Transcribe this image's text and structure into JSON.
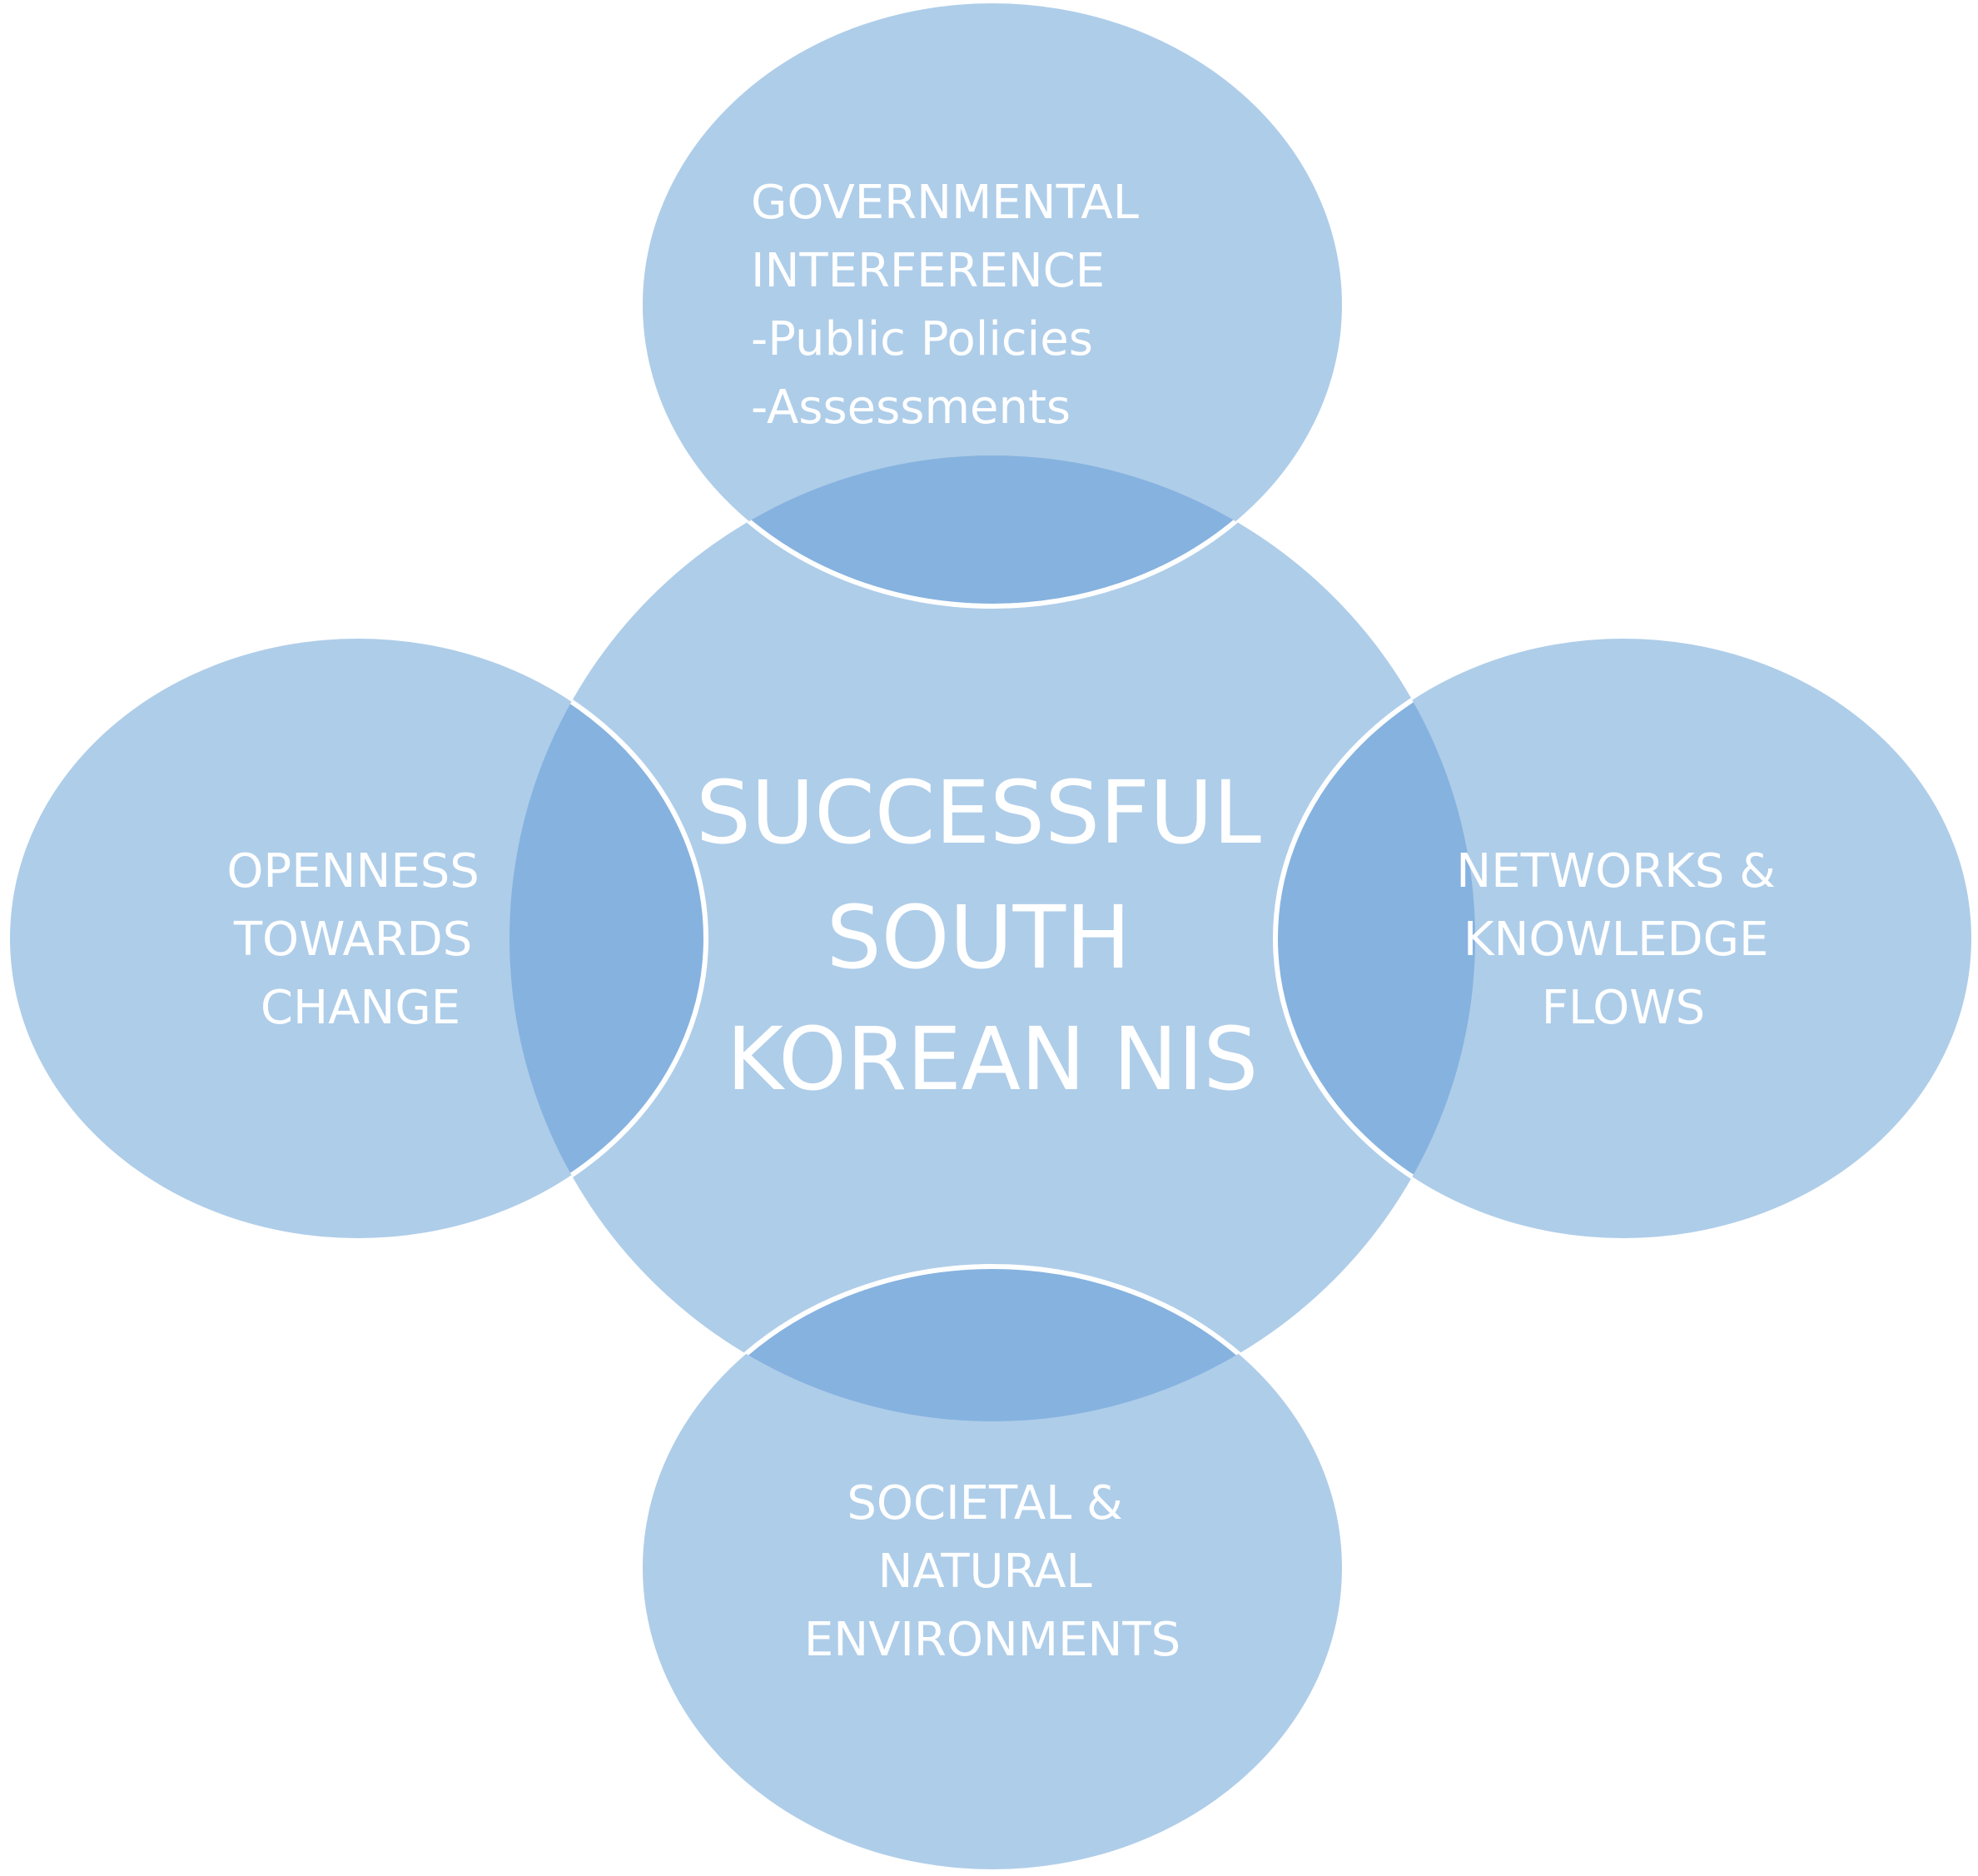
{
  "diagram": {
    "colors": {
      "fill": "#aecde9",
      "overlap": "#86b2df",
      "text": "#ffffff",
      "outline": "#ffffff",
      "background": "#ffffff"
    },
    "center": {
      "lines": [
        "SUCCESSFUL",
        "SOUTH",
        "KOREAN NIS"
      ]
    },
    "top": {
      "lines": [
        "GOVERNMENTAL",
        "INTERFERENCE",
        "-Public Policies",
        "-Assessments"
      ]
    },
    "left": {
      "lines": [
        "OPENNESS",
        "TOWARDS",
        "CHANGE"
      ]
    },
    "right": {
      "lines": [
        "NETWORKS &",
        "KNOWLEDGE",
        "FLOWS"
      ]
    },
    "bottom": {
      "lines": [
        "SOCIETAL &",
        "NATURAL",
        "ENVIRONMENTS"
      ]
    }
  }
}
